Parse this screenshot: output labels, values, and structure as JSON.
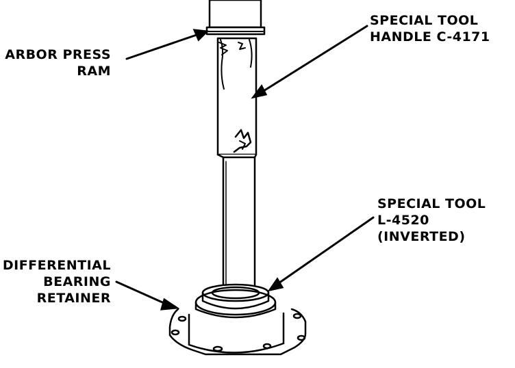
{
  "labels": {
    "arbor_press_ram": [
      "ARBOR PRESS",
      "RAM"
    ],
    "handle": [
      "SPECIAL TOOL",
      "HANDLE C-4171"
    ],
    "installer": [
      "SPECIAL TOOL",
      "L-4520",
      "(INVERTED)"
    ],
    "retainer": [
      "DIFFERENTIAL",
      "BEARING",
      "RETAINER"
    ]
  },
  "colors": {
    "ink": "#000000",
    "paper": "#ffffff"
  }
}
